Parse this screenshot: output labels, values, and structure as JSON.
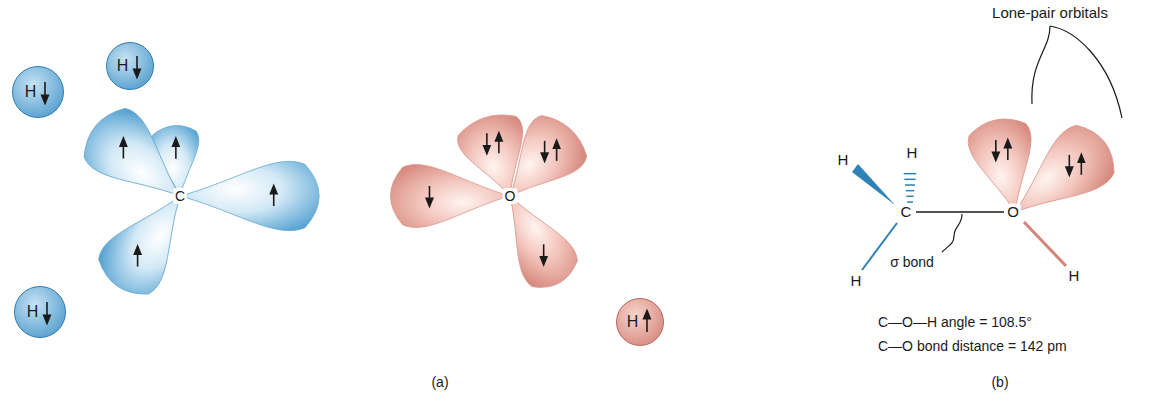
{
  "diagram": {
    "nodes": [
      {
        "text": [
          "H"
        ]
      },
      {
        "text": [
          "H"
        ]
      },
      {
        "text": [
          "H"
        ]
      },
      {
        "text": [
          "H"
        ]
      }
    ],
    "edges": [],
    "labels": [
      "C",
      "O",
      "Lone-pair orbitals",
      "H",
      "H",
      "C",
      "O",
      "H",
      "H",
      "σ bond",
      "C—O—H angle = 108.5°",
      "C—O bond distance = 142 pm",
      "(a)",
      "(b)"
    ]
  }
}
